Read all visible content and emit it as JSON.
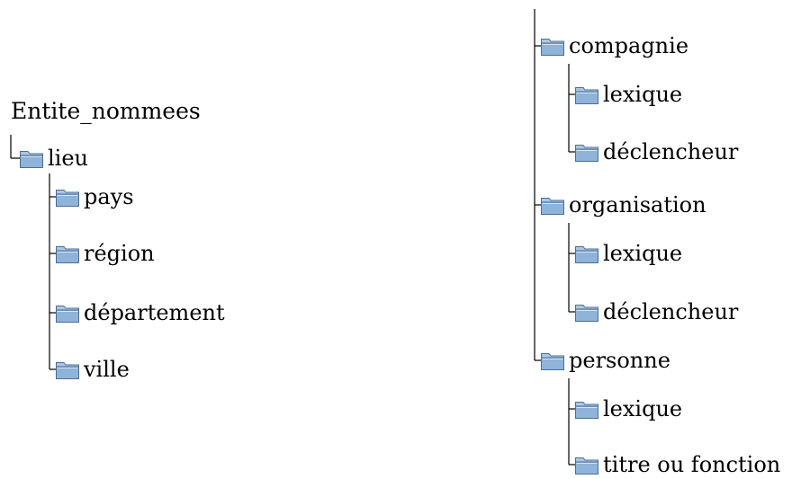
{
  "root": "Entite_nommees",
  "lieu": {
    "label": "lieu",
    "children": [
      "pays",
      "région",
      "département",
      "ville"
    ]
  },
  "right_branches": [
    {
      "label": "compagnie",
      "children": [
        "lexique",
        "déclencheur"
      ]
    },
    {
      "label": "organisation",
      "children": [
        "lexique",
        "déclencheur"
      ]
    },
    {
      "label": "personne",
      "children": [
        "lexique",
        "titre ou fonction"
      ]
    }
  ],
  "icons": {
    "folder": "folder-icon"
  },
  "colors": {
    "folder_fill": "#8fb3d9",
    "folder_tab": "#a9c6e6",
    "folder_edge": "#4a6f96"
  }
}
